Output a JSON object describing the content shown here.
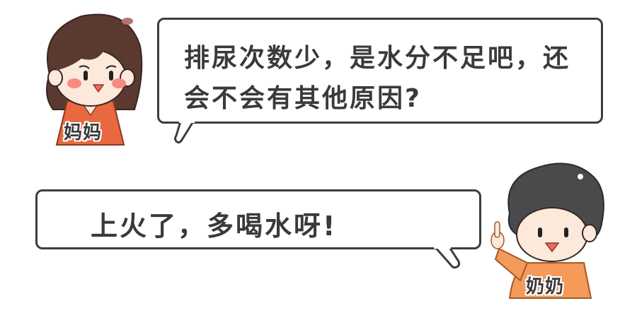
{
  "dialogue": [
    {
      "speaker": "妈妈",
      "lines": [
        "排尿次数少，是水分不足吧，还",
        "会不会有其他原因?"
      ]
    },
    {
      "speaker": "奶奶",
      "lines": [
        "上火了，多喝水呀!"
      ]
    }
  ],
  "colors": {
    "bubble_border": "#3d3d3d",
    "text": "#3a3a3a",
    "mom_shirt": "#e8693f",
    "mom_hair": "#5a3a30",
    "grandma_shirt": "#f59a58",
    "grandma_hair": "#4a4a4c",
    "skin": "#fde9dc",
    "blush": "#f58a80"
  }
}
